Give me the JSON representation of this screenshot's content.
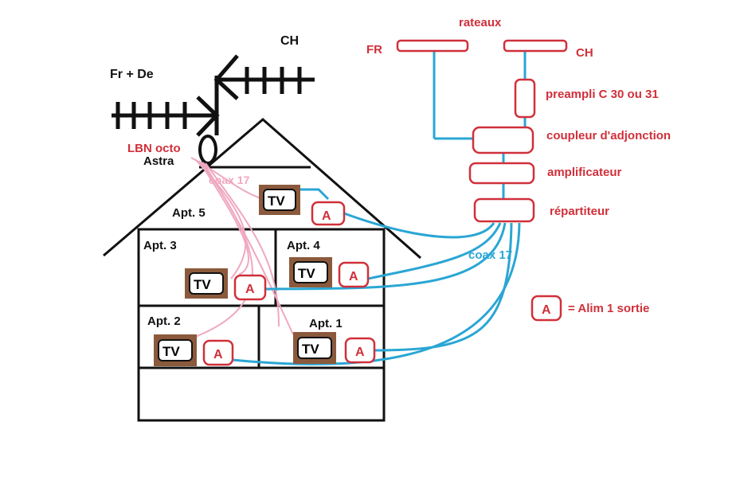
{
  "labels": {
    "antenna_fr_de": "Fr + De",
    "antenna_ch": "CH",
    "lnb": "LBN octo",
    "astra": "Astra",
    "coax_top": "coax 17",
    "coax_right": "coax 17",
    "apt5": "Apt. 5",
    "apt4": "Apt.  4",
    "apt3": "Apt. 3",
    "apt2": "Apt. 2",
    "apt1": "Apt. 1"
  },
  "components": {
    "rateaux": "rateaux",
    "fr": "FR",
    "ch": "CH",
    "preampli": "preampli C 30 ou 31",
    "coupleur": "coupleur d'adjonction",
    "amplificateur": "amplificateur",
    "repartiteur": "répartiteur"
  },
  "devices": {
    "tv": "TV",
    "alim": "A"
  },
  "legend": {
    "symbol": "A",
    "text": "= Alim 1 sortie"
  },
  "colors": {
    "red": "#d0303a",
    "blue": "#2aa6d4",
    "pink": "#f0a8c0",
    "tv_frame": "#8b5a3c"
  }
}
